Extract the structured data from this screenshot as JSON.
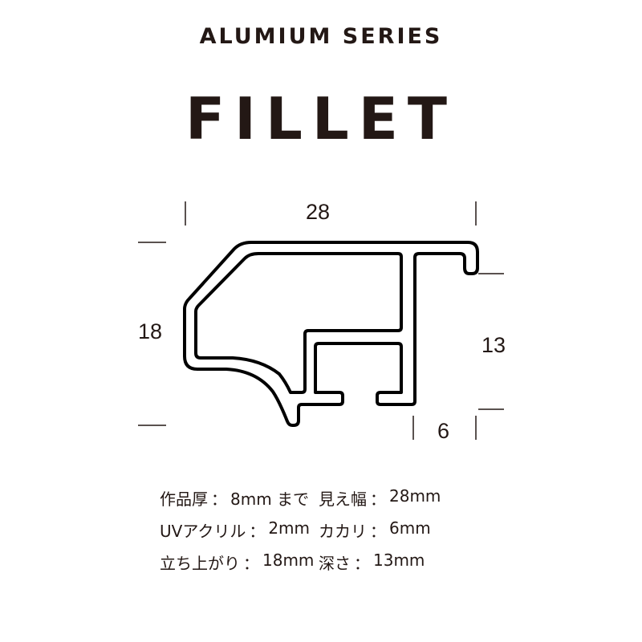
{
  "header": {
    "series": "ALUMIUM SERIES",
    "product": "FILLET"
  },
  "diagram": {
    "stroke_color": "#000000",
    "dimensions": {
      "width": "28",
      "height": "18",
      "depth": "13",
      "rebate": "6"
    }
  },
  "specs": {
    "separator": "：",
    "rows": [
      {
        "left": {
          "label": "作品厚",
          "value": "8mm まで"
        },
        "right": {
          "label": "見え幅",
          "value": "28mm"
        }
      },
      {
        "left": {
          "label": "UVアクリル",
          "value": "2mm"
        },
        "right": {
          "label": "カカリ",
          "value": "6mm"
        }
      },
      {
        "left": {
          "label": "立ち上がり",
          "value": "18mm"
        },
        "right": {
          "label": "深さ",
          "value": "13mm"
        }
      }
    ]
  }
}
